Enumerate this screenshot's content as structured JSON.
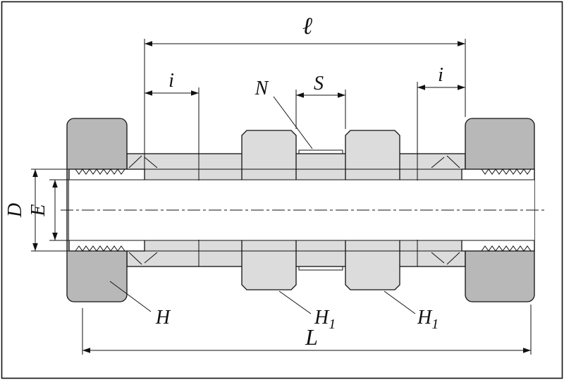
{
  "dimensions": {
    "overall_top": "ℓ",
    "i_left": "i",
    "i_right": "i",
    "n": "N",
    "s": "S",
    "d": "D",
    "e": "E",
    "h": "H",
    "h1_left": {
      "base": "H",
      "sub": "1"
    },
    "h1_right": {
      "base": "H",
      "sub": "1"
    },
    "l_overall": "L"
  },
  "colors": {
    "nut_fill": "#b8b8b8",
    "body_fill": "#dcdcdc",
    "line": "#111111",
    "background": "#ffffff"
  }
}
